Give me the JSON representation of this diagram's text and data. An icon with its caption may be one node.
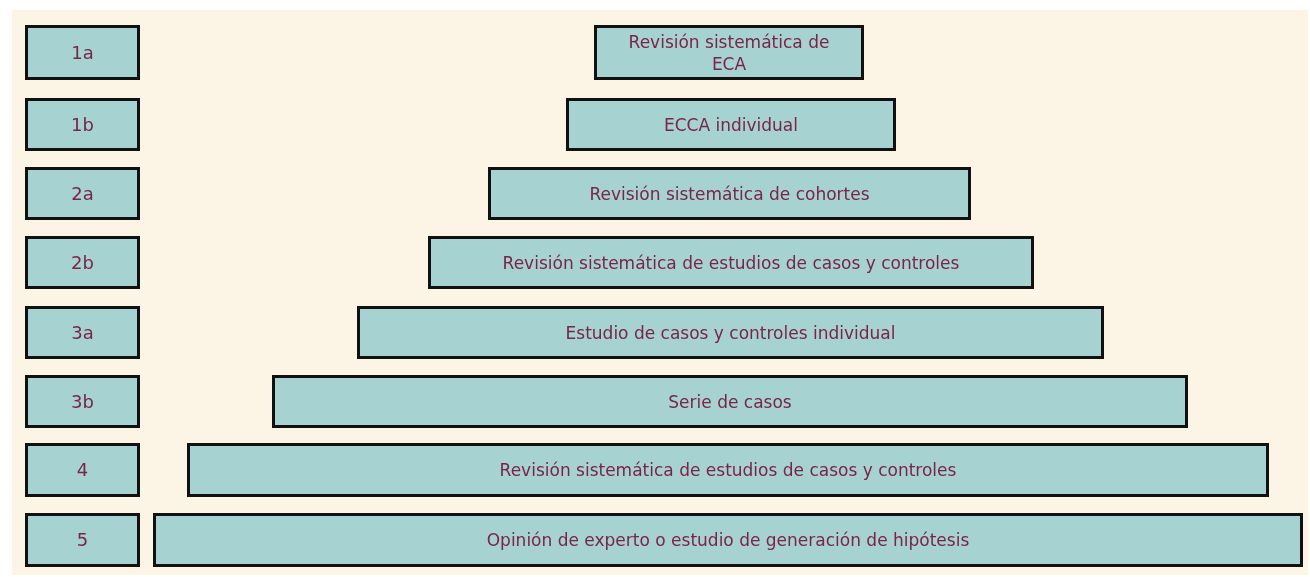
{
  "diagram": {
    "nodes": [
      {
        "text": [
          "1a"
        ]
      },
      {
        "text": [
          "Revisión sistemática de ECA"
        ]
      },
      {
        "text": [
          "1b"
        ]
      },
      {
        "text": [
          "ECCA individual"
        ]
      },
      {
        "text": [
          "2a"
        ]
      },
      {
        "text": [
          "Revisión sistemática de cohortes"
        ]
      },
      {
        "text": [
          "2b"
        ]
      },
      {
        "text": [
          "Revisión sistemática de estudios de casos y controles"
        ]
      },
      {
        "text": [
          "3a"
        ]
      },
      {
        "text": [
          "Estudio de casos y controles individual"
        ]
      },
      {
        "text": [
          "3b"
        ]
      },
      {
        "text": [
          "Serie de casos"
        ]
      },
      {
        "text": [
          "4"
        ]
      },
      {
        "text": [
          "Revisión sistemática de estudios de casos y controles"
        ]
      },
      {
        "text": [
          "5"
        ]
      },
      {
        "text": [
          "Opinión de experto o estudio de generación de hipótesis"
        ]
      }
    ],
    "edges": []
  }
}
